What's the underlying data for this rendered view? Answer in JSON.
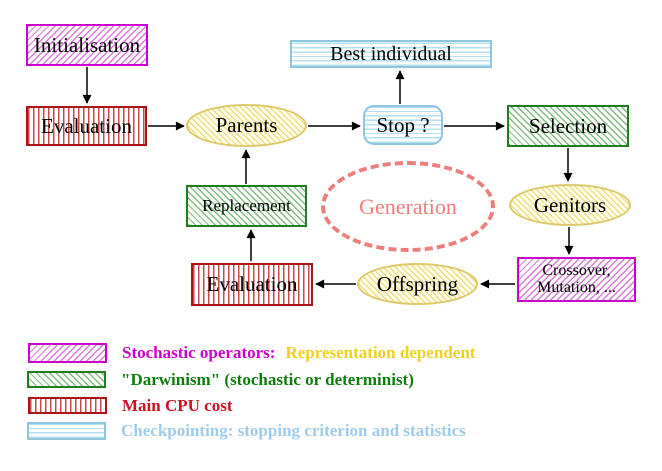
{
  "diagram": {
    "nodes": {
      "initialisation": {
        "label": "Initialisation"
      },
      "evaluation_top": {
        "label": "Evaluation"
      },
      "parents": {
        "label": "Parents"
      },
      "stop": {
        "label": "Stop ?"
      },
      "best_individual": {
        "label": "Best individual"
      },
      "selection": {
        "label": "Selection"
      },
      "genitors": {
        "label": "Genitors"
      },
      "crossover_mutation": {
        "line1": "Crossover,",
        "line2": "Mutation, ..."
      },
      "offspring": {
        "label": "Offspring"
      },
      "evaluation_bottom": {
        "label": "Evaluation"
      },
      "replacement": {
        "label": "Replacement"
      },
      "generation_cycle": {
        "label": "Generation"
      }
    },
    "edges": [
      {
        "from": "initialisation",
        "to": "evaluation_top"
      },
      {
        "from": "evaluation_top",
        "to": "parents"
      },
      {
        "from": "parents",
        "to": "stop"
      },
      {
        "from": "stop",
        "to": "best_individual"
      },
      {
        "from": "stop",
        "to": "selection"
      },
      {
        "from": "selection",
        "to": "genitors"
      },
      {
        "from": "genitors",
        "to": "crossover_mutation"
      },
      {
        "from": "crossover_mutation",
        "to": "offspring"
      },
      {
        "from": "offspring",
        "to": "evaluation_bottom"
      },
      {
        "from": "evaluation_bottom",
        "to": "replacement"
      },
      {
        "from": "replacement",
        "to": "parents"
      }
    ]
  },
  "legend": {
    "items": [
      {
        "label": "Stochastic operators:",
        "label_suffix": "Representation dependent"
      },
      {
        "label": "\"Darwinism\" (stochastic or determinist)"
      },
      {
        "label": "Main CPU cost"
      },
      {
        "label": "Checkpointing: stopping criterion and statistics"
      }
    ]
  },
  "colors": {
    "magenta": "#cc00cc",
    "dark_red": "#aa1414",
    "green": "#1e7d1e",
    "yellow_border": "#dcc96c",
    "cyan_border": "#8ec6de",
    "salmon": "#ee7d7d",
    "gold_text": "#eed01e",
    "legend_blue_text": "#9fccec",
    "legend_green_text": "#0e7d0e",
    "legend_red_text": "#cc1122",
    "node_text": "#000000"
  }
}
